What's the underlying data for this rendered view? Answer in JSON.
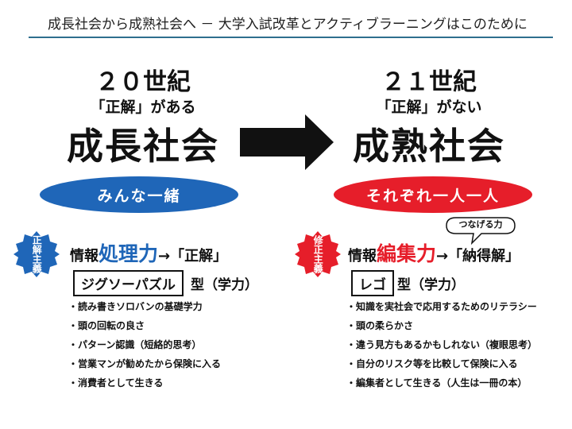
{
  "header": {
    "title": "成長社会から成熟社会へ － 大学入試改革とアクティブラーニングはこのために"
  },
  "left": {
    "century": "２０世紀",
    "seikai": "「正解」がある",
    "society": "成長社会",
    "pill": "みんな一緒",
    "seal": "正解主義",
    "skill_prefix": "情報",
    "skill_main": "処理力",
    "skill_suffix": "→「正解」",
    "type_box": "ジグソーパズル",
    "type_label": "型（学力）",
    "bullets": [
      "読み書きソロバンの基礎学力",
      "頭の回転の良さ",
      "パターン認識（短絡的思考）",
      "営業マンが勧めたから保険に入る",
      "消費者として生きる"
    ]
  },
  "right": {
    "century": "２１世紀",
    "seikai": "「正解」がない",
    "society": "成熟社会",
    "pill": "それぞれ一人一人",
    "seal": "修正主義",
    "callout": "つなげる力",
    "skill_prefix": "情報",
    "skill_main": "編集力",
    "skill_suffix": "→「納得解」",
    "type_box": "レゴ",
    "type_label": "型（学力）",
    "bullets": [
      "知識を実社会で応用するためのリテラシー",
      "頭の柔らかさ",
      "違う見方もあるかもしれない（複眼思考）",
      "自分のリスク等を比較して保険に入る",
      "編集者として生きる（人生は一冊の本）"
    ]
  },
  "colors": {
    "title_rule": "#2e6f8e",
    "left_accent": "#1f66b8",
    "right_accent": "#e61e2a",
    "arrow": "#111111"
  },
  "icons": {
    "arrow": "right-arrow-icon",
    "left_seal": "blue-badge-icon",
    "right_seal": "red-badge-icon"
  }
}
